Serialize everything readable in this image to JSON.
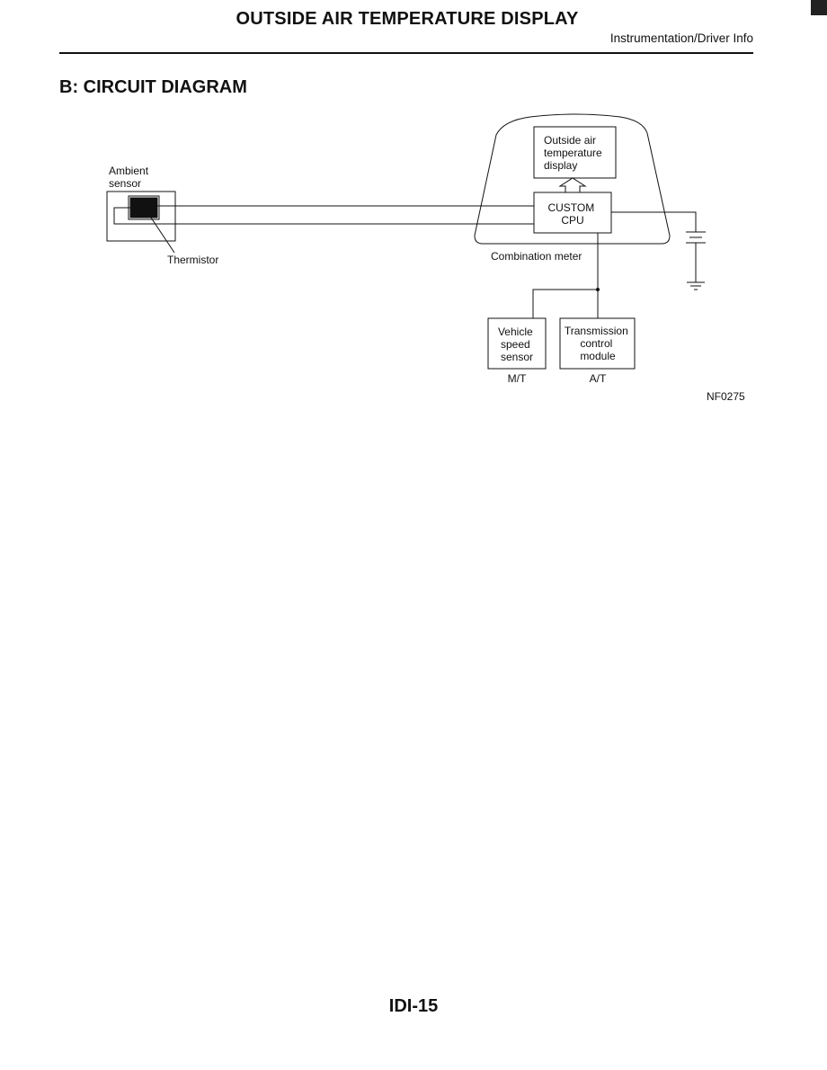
{
  "header": {
    "title": "OUTSIDE AIR TEMPERATURE DISPLAY",
    "section": "Instrumentation/Driver Info"
  },
  "section_heading": "B: CIRCUIT DIAGRAM",
  "diagram": {
    "ambient_sensor_label": [
      "Ambient",
      "sensor"
    ],
    "thermistor_label": "Thermistor",
    "display_label": [
      "Outside air",
      "temperature",
      "display"
    ],
    "cpu_label": [
      "CUSTOM",
      "CPU"
    ],
    "combination_meter_label": "Combination meter",
    "vehicle_speed_sensor_label": [
      "Vehicle",
      "speed",
      "sensor"
    ],
    "transmission_control_module_label": [
      "Transmission",
      "control",
      "module"
    ],
    "mt_label": "M/T",
    "at_label": "A/T",
    "figure_code": "NF0275"
  },
  "footer": {
    "page_number": "IDI-15"
  }
}
